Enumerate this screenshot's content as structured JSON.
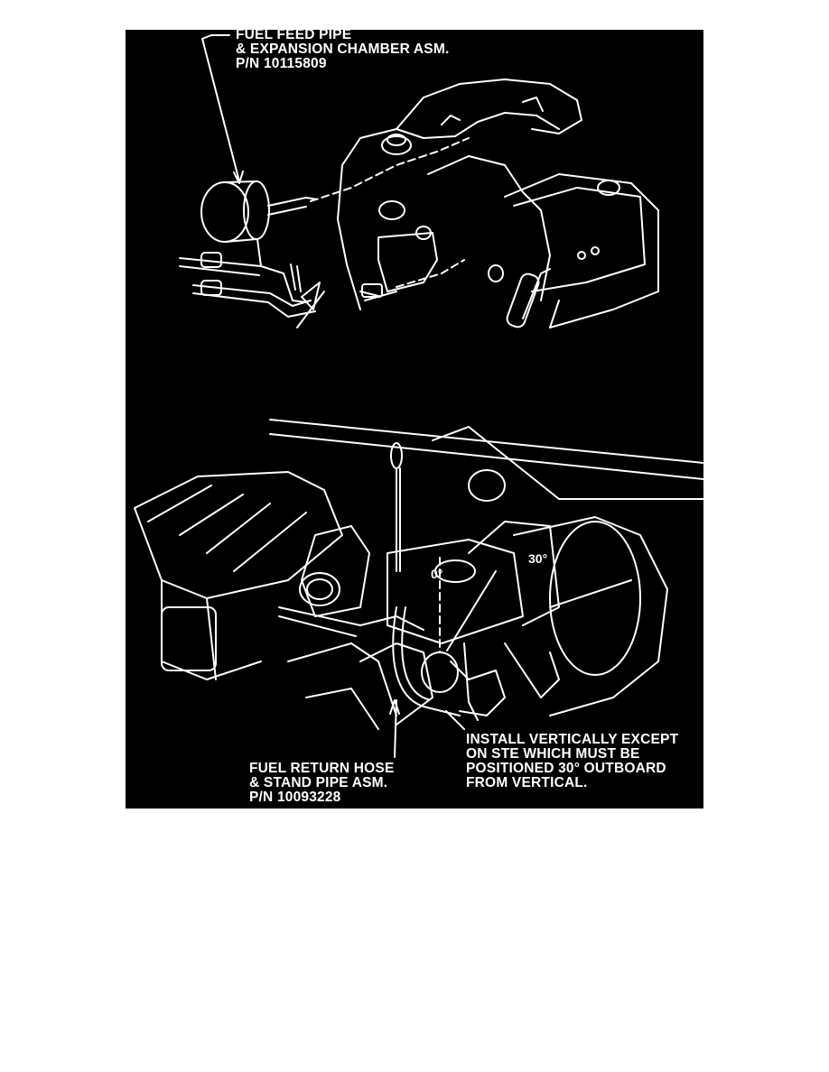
{
  "labels": {
    "fuel_feed": {
      "line1": "FUEL FEED PIPE",
      "line2": "& EXPANSION CHAMBER ASM.",
      "line3": "P/N 10115809"
    },
    "fuel_return": {
      "line1": "FUEL RETURN HOSE",
      "line2": "& STAND PIPE ASM.",
      "line3": "P/N 10093228"
    },
    "install_note": {
      "line1": "INSTALL VERTICALLY EXCEPT",
      "line2": "ON STE WHICH MUST BE",
      "line3": "POSITIONED 30° OUTBOARD",
      "line4": "FROM VERTICAL."
    },
    "angle_zero": "0°",
    "angle_thirty": "30°"
  },
  "colors": {
    "background": "#000000",
    "linework": "#ffffff",
    "page": "#ffffff"
  }
}
